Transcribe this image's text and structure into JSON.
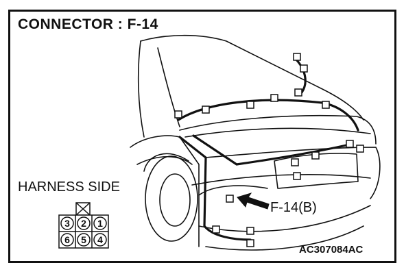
{
  "title": "CONNECTOR : F-14",
  "harness_label": "HARNESS SIDE",
  "callout_label": "F-14(B)",
  "figure_code": "AC307084AC",
  "connector": {
    "top_row": [
      "3",
      "2",
      "1"
    ],
    "bottom_row": [
      "6",
      "5",
      "4"
    ]
  }
}
